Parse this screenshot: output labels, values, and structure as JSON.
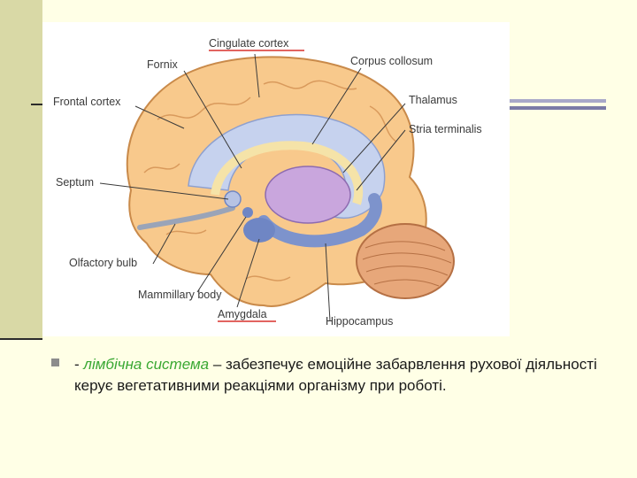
{
  "labels": {
    "cingulate": "Cingulate cortex",
    "fornix": "Fornix",
    "corpus": "Corpus collosum",
    "frontal": "Frontal cortex",
    "thalamus": "Thalamus",
    "stria": "Stria terminalis",
    "septum": "Septum",
    "olfactory": "Olfactory bulb",
    "mammillary": "Mammillary body",
    "amygdala": "Amygdala",
    "hippocampus": "Hippocampus"
  },
  "caption": {
    "dash": "-",
    "term": "лімбічна система",
    "rest": "– забезпечує емоційне забарвлення рухової діяльності керує вегетативними реакціями організму при роботі."
  },
  "colors": {
    "background": "#ffffe6",
    "sidebar": "#d9d9a6",
    "cortex": "#f8c98c",
    "limbic_blue": "#a8b8e0",
    "thalamus": "#c9a6dd",
    "underline": "#d9302c",
    "term": "#3aa833"
  }
}
